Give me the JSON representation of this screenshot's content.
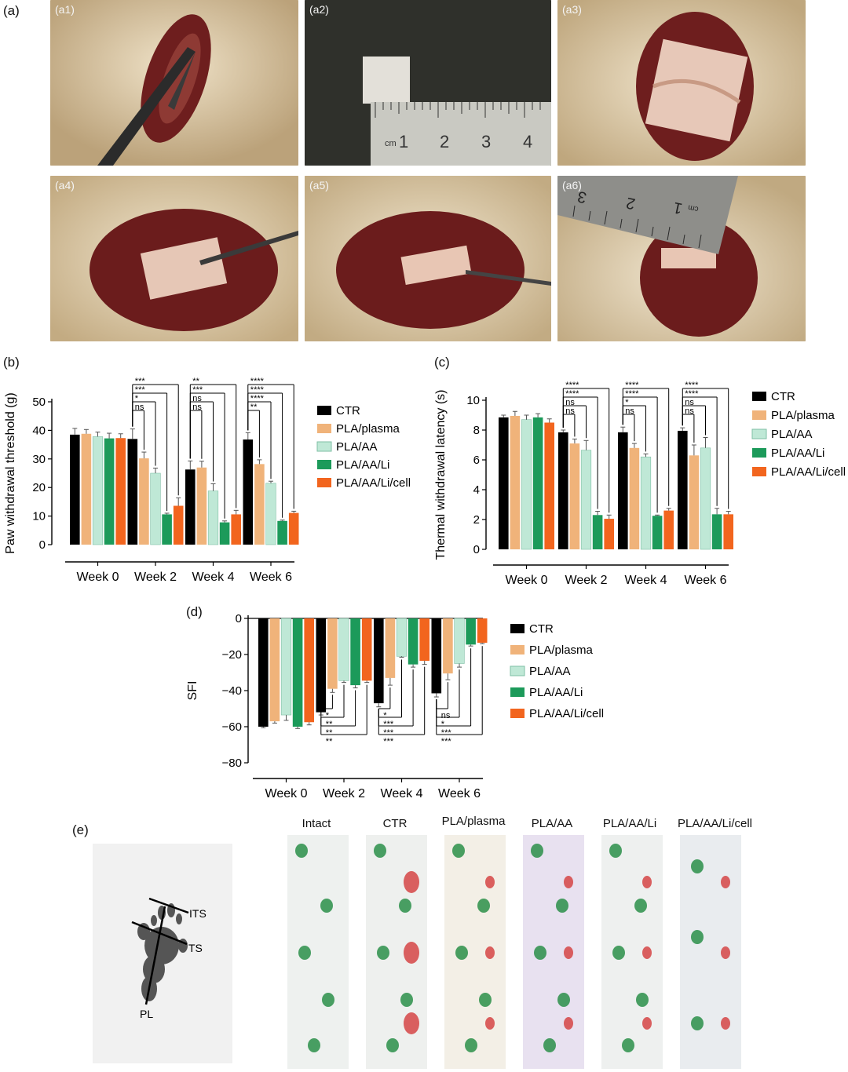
{
  "figure": {
    "panel_labels": {
      "a": "(a)",
      "b": "(b)",
      "c": "(c)",
      "d": "(d)",
      "e": "(e)"
    },
    "photos": [
      {
        "tag": "(a1)",
        "bg": "#d9c6a4"
      },
      {
        "tag": "(a2)",
        "bg": "#2f2f2a"
      },
      {
        "tag": "(a3)",
        "bg": "#dcc9a8"
      },
      {
        "tag": "(a4)",
        "bg": "#d6c29f"
      },
      {
        "tag": "(a5)",
        "bg": "#d9c7a6"
      },
      {
        "tag": "(a6)",
        "bg": "#d3c3a6"
      }
    ],
    "ruler": {
      "unit": "cm",
      "marks": [
        "1",
        "2",
        "3",
        "4"
      ]
    },
    "ruler_a6": {
      "unit": "cm",
      "marks": [
        "1",
        "2",
        "3"
      ]
    },
    "legend": [
      "CTR",
      "PLA/plasma",
      "PLA/AA",
      "PLA/AA/Li",
      "PLA/AA/Li/cell"
    ],
    "colors": {
      "CTR": "#000000",
      "PLA/plasma": "#f0b37a",
      "PLA/AA": "#bfe8d6",
      "PLA/AA/Li": "#1c9a5a",
      "PLA/AA/Li/cell": "#f2651e"
    },
    "footprint_panel": {
      "labels": {
        "its": "ITS",
        "ts": "TS",
        "pl": "PL"
      },
      "strips": [
        {
          "title": "Intact",
          "bg": "#eef1ef"
        },
        {
          "title": "CTR",
          "bg": "#eef0ee"
        },
        {
          "title": "PLA/plasma",
          "bg": "#f3efe6"
        },
        {
          "title": "PLA/AA",
          "bg": "#e8e1f0"
        },
        {
          "title": "PLA/AA/Li",
          "bg": "#eef0ef"
        },
        {
          "title": "PLA/AA/Li/cell",
          "bg": "#e9ecef"
        }
      ]
    }
  },
  "chart_data": [
    {
      "id": "b",
      "type": "bar",
      "ylabel": "Paw withdrawal threshold (g)",
      "categories": [
        "Week 0",
        "Week 2",
        "Week 4",
        "Week 6"
      ],
      "ylim": [
        0,
        50
      ],
      "yticks": [
        0,
        10,
        20,
        30,
        40,
        50
      ],
      "series": [
        {
          "name": "CTR",
          "values": [
            38.5,
            37,
            26.3,
            36.8
          ],
          "errors": [
            2.2,
            3.5,
            3,
            2.4
          ]
        },
        {
          "name": "PLA/plasma",
          "values": [
            38.8,
            30.2,
            27,
            28.2
          ],
          "errors": [
            1.5,
            2.2,
            2.2,
            1.5
          ]
        },
        {
          "name": "PLA/AA",
          "values": [
            37.8,
            25,
            18.8,
            21.5
          ],
          "errors": [
            1.6,
            1.8,
            2.5,
            0.7
          ]
        },
        {
          "name": "PLA/AA/Li",
          "values": [
            37.2,
            10.6,
            7.8,
            8.3
          ],
          "errors": [
            1.8,
            0.4,
            0.5,
            0.3
          ]
        },
        {
          "name": "PLA/AA/Li/cell",
          "values": [
            37.3,
            13.6,
            10.6,
            11.1
          ],
          "errors": [
            1.5,
            2.8,
            1.4,
            0.6
          ]
        }
      ],
      "significance": [
        [
          "ns",
          "*",
          "***",
          "***"
        ],
        [
          "ns",
          "ns",
          "***",
          "**"
        ],
        [
          "**",
          "****",
          "****",
          "****"
        ]
      ]
    },
    {
      "id": "c",
      "type": "bar",
      "ylabel": "Thermal withdrawal latency (s)",
      "categories": [
        "Week 0",
        "Week 2",
        "Week 4",
        "Week 6"
      ],
      "ylim": [
        0,
        10
      ],
      "yticks": [
        0,
        2,
        4,
        6,
        8,
        10
      ],
      "series": [
        {
          "name": "CTR",
          "values": [
            8.85,
            7.85,
            7.85,
            7.95
          ],
          "errors": [
            0.15,
            0.15,
            0.35,
            0.2
          ]
        },
        {
          "name": "PLA/plasma",
          "values": [
            8.95,
            7.1,
            6.8,
            6.3
          ],
          "errors": [
            0.3,
            0.3,
            0.3,
            0.7
          ]
        },
        {
          "name": "PLA/AA",
          "values": [
            8.7,
            6.65,
            6.2,
            6.8
          ],
          "errors": [
            0.3,
            0.65,
            0.2,
            0.7
          ]
        },
        {
          "name": "PLA/AA/Li",
          "values": [
            8.85,
            2.3,
            2.25,
            2.35
          ],
          "errors": [
            0.25,
            0.25,
            0.05,
            0.4
          ]
        },
        {
          "name": "PLA/AA/Li/cell",
          "values": [
            8.5,
            2.05,
            2.6,
            2.35
          ],
          "errors": [
            0.25,
            0.25,
            0.15,
            0.2
          ]
        }
      ],
      "significance": [
        [
          "ns",
          "ns",
          "****",
          "****"
        ],
        [
          "ns",
          "*",
          "****",
          "****"
        ],
        [
          "ns",
          "ns",
          "****",
          "****"
        ]
      ]
    },
    {
      "id": "d",
      "type": "bar",
      "ylabel": "SFI",
      "categories": [
        "Week 0",
        "Week 2",
        "Week 4",
        "Week 6"
      ],
      "ylim": [
        -80,
        0
      ],
      "yticks": [
        0,
        -20,
        -40,
        -60,
        -80
      ],
      "series": [
        {
          "name": "CTR",
          "values": [
            -60,
            -52,
            -47,
            -41.5
          ],
          "errors": [
            0.6,
            1.5,
            2,
            2
          ]
        },
        {
          "name": "PLA/plasma",
          "values": [
            -57,
            -39,
            -33,
            -30.5
          ],
          "errors": [
            1,
            2,
            4,
            3.5
          ]
        },
        {
          "name": "PLA/AA",
          "values": [
            -53.5,
            -34.5,
            -21,
            -25
          ],
          "errors": [
            3,
            1,
            0.5,
            2
          ]
        },
        {
          "name": "PLA/AA/Li",
          "values": [
            -60,
            -37,
            -25.5,
            -14.5
          ],
          "errors": [
            1,
            1.5,
            1.5,
            0.8
          ]
        },
        {
          "name": "PLA/AA/Li/cell",
          "values": [
            -57.5,
            -34.5,
            -23.5,
            -13.5
          ],
          "errors": [
            1.5,
            1,
            2,
            0.5
          ]
        }
      ],
      "significance": [
        [
          "*",
          "**",
          "**",
          "**"
        ],
        [
          "*",
          "***",
          "***",
          "***"
        ],
        [
          "ns",
          "*",
          "***",
          "***"
        ]
      ]
    }
  ]
}
